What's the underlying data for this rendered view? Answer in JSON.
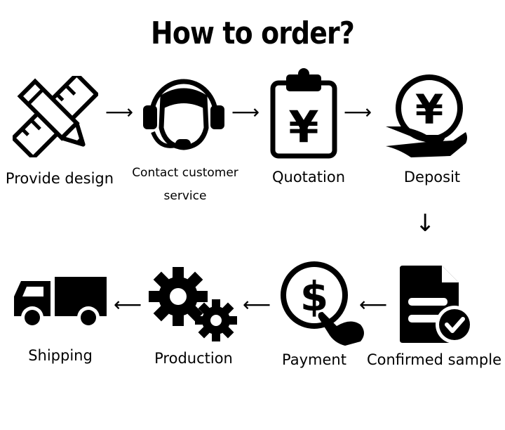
{
  "title": "How to order?",
  "steps": [
    {
      "label": "Provide design",
      "icon": "pencil-ruler-icon"
    },
    {
      "label_line1": "Contact customer",
      "label_line2": "service",
      "icon": "headset-agent-icon"
    },
    {
      "label": "Quotation",
      "icon": "clipboard-yen-icon"
    },
    {
      "label": "Deposit",
      "icon": "hand-yen-coin-icon"
    },
    {
      "label": "Confirmed sample",
      "icon": "document-check-icon"
    },
    {
      "label": "Payment",
      "icon": "dollar-tap-icon"
    },
    {
      "label": "Production",
      "icon": "gears-icon"
    },
    {
      "label": "Shipping",
      "icon": "truck-icon"
    }
  ],
  "arrows": {
    "right": "⟶",
    "down": "↓",
    "left": "⟵"
  },
  "symbols": {
    "yen": "¥",
    "dollar": "$"
  },
  "colors": {
    "ink": "#000000",
    "background": "#ffffff"
  }
}
